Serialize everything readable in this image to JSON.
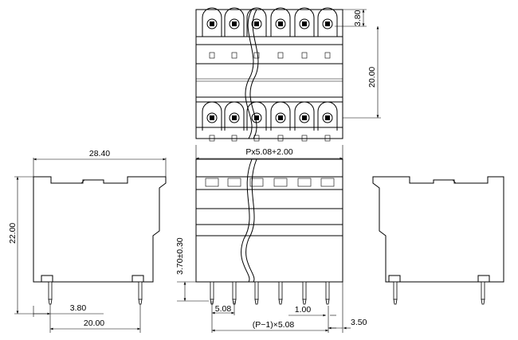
{
  "dimensions": {
    "top_pitch_offset": "3.80",
    "top_overall": "20.00",
    "overall_width_expr": "Px5.08+2.00",
    "side_width": "28.40",
    "side_height": "22.00",
    "pin_length_tol": "3.70±0.30",
    "pin_offset": "3.80",
    "pin_span": "20.00",
    "pitch": "5.08",
    "pin_width": "1.00",
    "total_pitch_expr": "(P−1)×5.08",
    "end_offset": "3.50"
  }
}
